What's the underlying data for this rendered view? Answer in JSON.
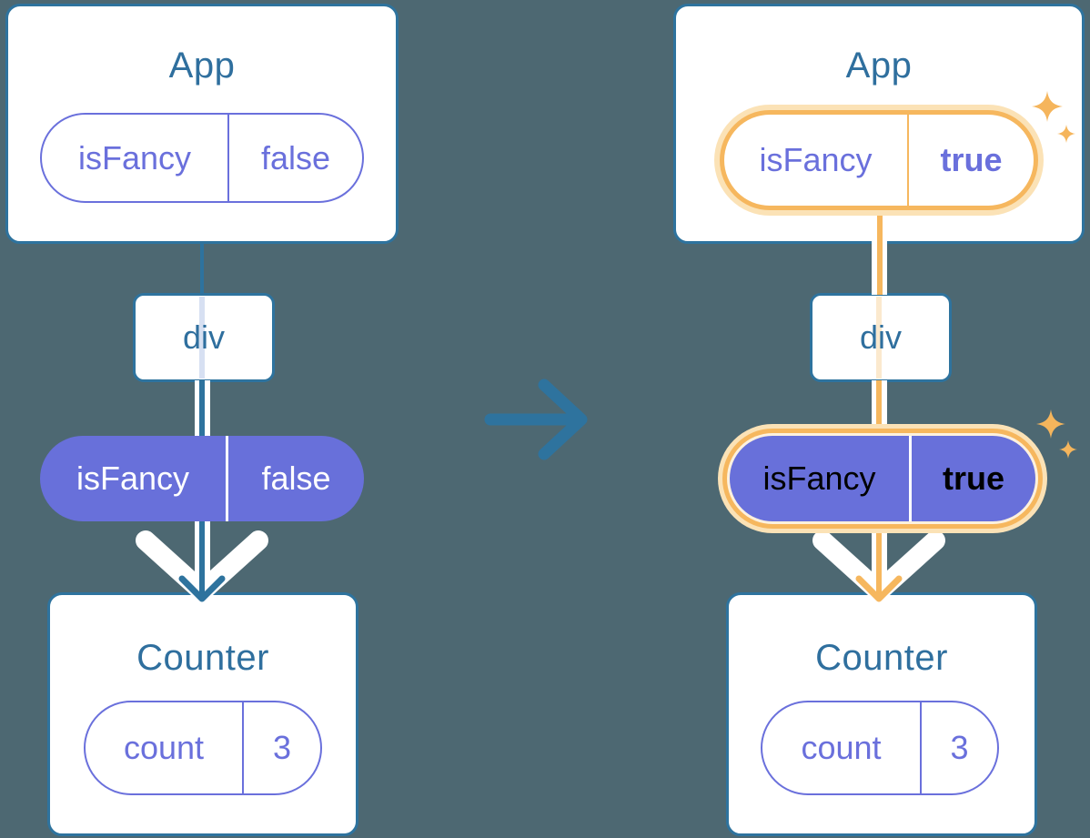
{
  "diagram": {
    "description": "component tree prop update diagram, before and after state change",
    "colors": {
      "background": "#4D6872",
      "teal_accent": "#2E739E",
      "purple_accent": "#6A70DC",
      "purple_fill": "#6870DA",
      "orange_highlight": "#F6B75E",
      "orange_pale": "#FBE2B6",
      "card_background": "#FFFFFF"
    },
    "transition_arrow": "right-arrow"
  },
  "before": {
    "app": {
      "title": "App",
      "prop": {
        "name": "isFancy",
        "value": "false"
      }
    },
    "div": {
      "label": "div"
    },
    "passed_prop": {
      "name": "isFancy",
      "value": "false"
    },
    "counter": {
      "title": "Counter",
      "state": {
        "name": "count",
        "value": "3"
      }
    }
  },
  "after": {
    "app": {
      "title": "App",
      "prop": {
        "name": "isFancy",
        "value": "true"
      }
    },
    "div": {
      "label": "div"
    },
    "passed_prop": {
      "name": "isFancy",
      "value": "true"
    },
    "counter": {
      "title": "Counter",
      "state": {
        "name": "count",
        "value": "3"
      }
    }
  }
}
